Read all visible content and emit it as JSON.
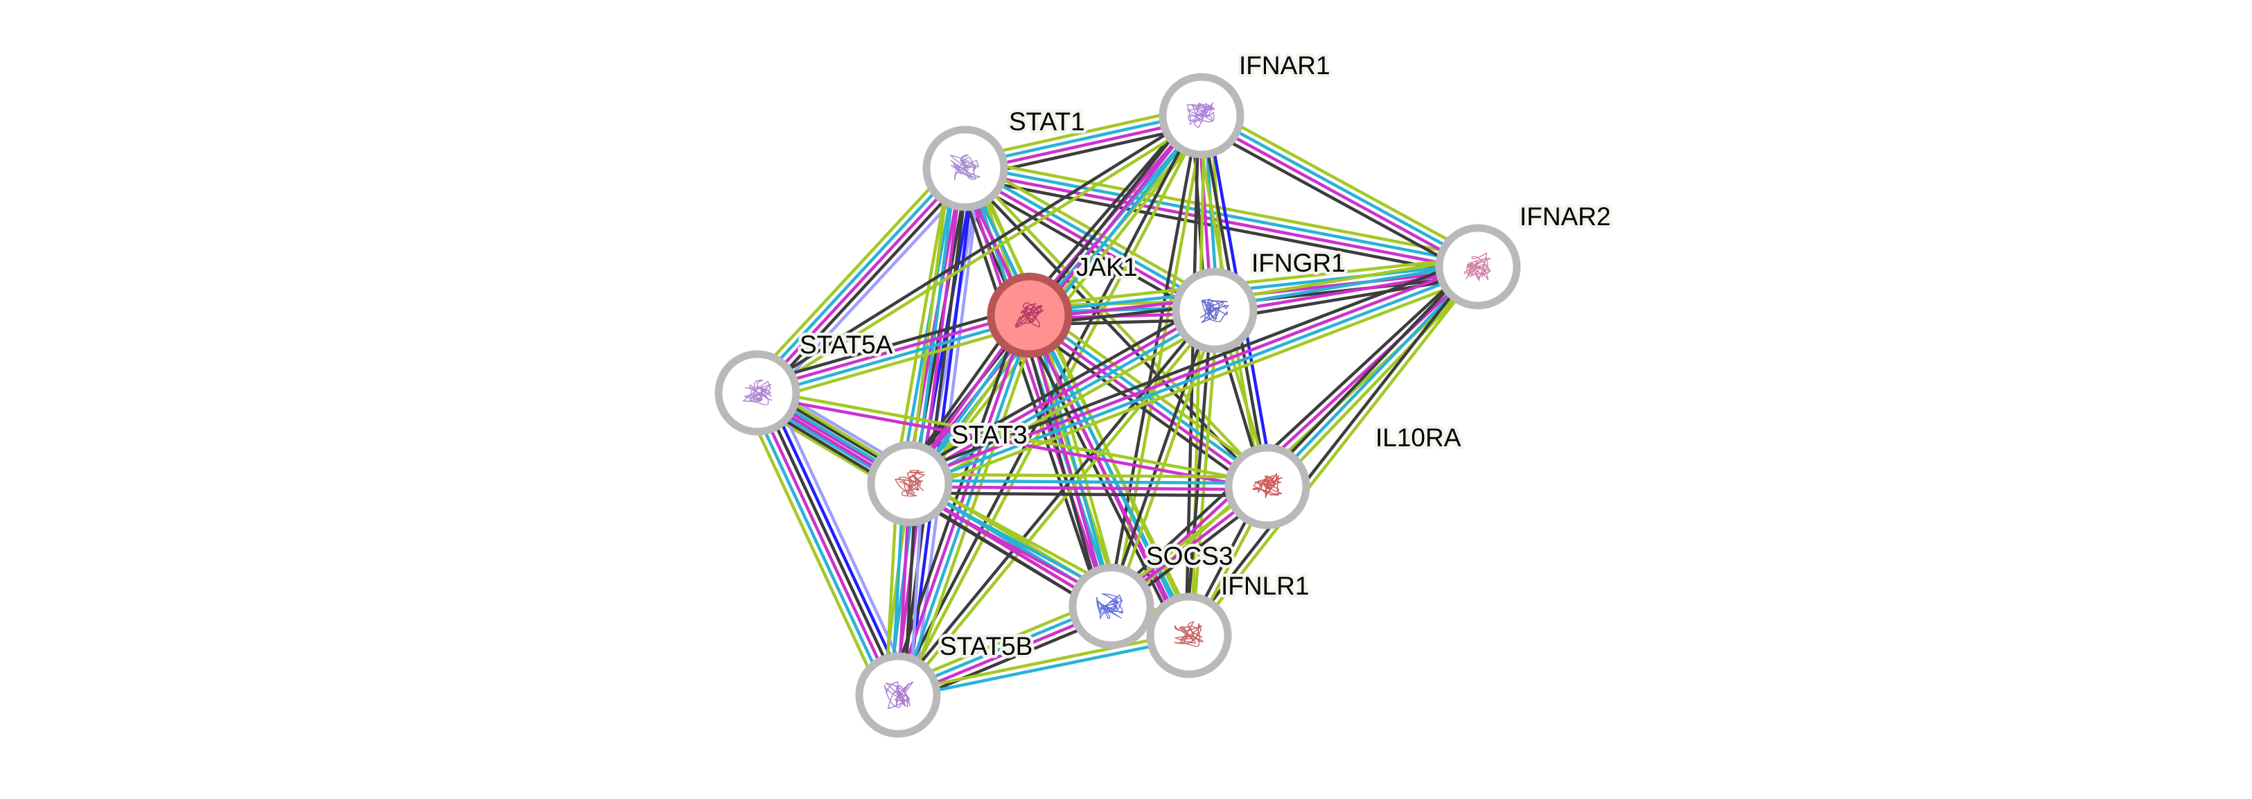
{
  "network": {
    "evidence_colors": {
      "database": "#2ab2d5",
      "experimental": "#cc33cc",
      "textmining": "#a3c926",
      "coexpression": "#3d3d3d",
      "fusion": "#1f1fff",
      "cooccurrence": "#9f9fff"
    },
    "query_node_fill": "#ff9191",
    "query_node_ring": "#b85656",
    "node_fill": "#ffffff",
    "node_ring": "#b9b9b9",
    "nodes": [
      {
        "id": "JAK1",
        "label": "JAK1",
        "query": true,
        "structure_color": "#a8285a"
      },
      {
        "id": "STAT1",
        "label": "STAT1",
        "query": false,
        "structure_color": "#9a78c8"
      },
      {
        "id": "IFNAR1",
        "label": "IFNAR1",
        "query": false,
        "structure_color": "#a06ad0"
      },
      {
        "id": "IFNAR2",
        "label": "IFNAR2",
        "query": false,
        "structure_color": "#c86a98"
      },
      {
        "id": "IFNGR1",
        "label": "IFNGR1",
        "query": false,
        "structure_color": "#4a52c8"
      },
      {
        "id": "STAT5A",
        "label": "STAT5A",
        "query": false,
        "structure_color": "#a070c8"
      },
      {
        "id": "STAT3",
        "label": "STAT3",
        "query": false,
        "structure_color": "#c04848"
      },
      {
        "id": "IL10RA",
        "label": "IL10RA",
        "query": false,
        "structure_color": "#c83c3c"
      },
      {
        "id": "SOCS3",
        "label": "SOCS3",
        "query": false,
        "structure_color": "#4a58d8"
      },
      {
        "id": "IFNLR1",
        "label": "IFNLR1",
        "query": false,
        "structure_color": "#c04848"
      },
      {
        "id": "STAT5B",
        "label": "STAT5B",
        "query": false,
        "structure_color": "#9a64c8"
      }
    ],
    "edges": [
      {
        "a": "STAT1",
        "b": "IFNAR1",
        "ev": [
          "textmining",
          "database",
          "experimental",
          "coexpression"
        ]
      },
      {
        "a": "STAT1",
        "b": "IFNAR2",
        "ev": [
          "textmining",
          "database",
          "experimental",
          "coexpression"
        ]
      },
      {
        "a": "STAT1",
        "b": "JAK1",
        "ev": [
          "textmining",
          "database",
          "experimental",
          "coexpression"
        ]
      },
      {
        "a": "STAT1",
        "b": "IFNGR1",
        "ev": [
          "textmining",
          "database",
          "experimental",
          "coexpression"
        ]
      },
      {
        "a": "STAT1",
        "b": "STAT5A",
        "ev": [
          "cooccurrence",
          "coexpression",
          "experimental",
          "database",
          "textmining"
        ]
      },
      {
        "a": "STAT1",
        "b": "STAT3",
        "ev": [
          "cooccurrence",
          "fusion",
          "coexpression",
          "experimental",
          "database",
          "textmining"
        ]
      },
      {
        "a": "STAT1",
        "b": "STAT5B",
        "ev": [
          "cooccurrence",
          "fusion",
          "coexpression",
          "experimental",
          "database",
          "textmining"
        ]
      },
      {
        "a": "STAT1",
        "b": "SOCS3",
        "ev": [
          "textmining",
          "database",
          "experimental",
          "coexpression"
        ]
      },
      {
        "a": "STAT1",
        "b": "IL10RA",
        "ev": [
          "textmining",
          "coexpression"
        ]
      },
      {
        "a": "STAT1",
        "b": "IFNLR1",
        "ev": [
          "textmining",
          "database",
          "experimental"
        ]
      },
      {
        "a": "IFNAR1",
        "b": "IFNAR2",
        "ev": [
          "textmining",
          "database",
          "experimental",
          "coexpression"
        ]
      },
      {
        "a": "IFNAR1",
        "b": "JAK1",
        "ev": [
          "textmining",
          "database",
          "experimental",
          "coexpression"
        ]
      },
      {
        "a": "IFNAR1",
        "b": "IFNGR1",
        "ev": [
          "textmining",
          "database",
          "experimental",
          "coexpression"
        ]
      },
      {
        "a": "IFNAR1",
        "b": "STAT5A",
        "ev": [
          "textmining",
          "coexpression"
        ]
      },
      {
        "a": "IFNAR1",
        "b": "STAT3",
        "ev": [
          "textmining",
          "database",
          "experimental",
          "coexpression"
        ]
      },
      {
        "a": "IFNAR1",
        "b": "IL10RA",
        "ev": [
          "fusion",
          "coexpression",
          "textmining"
        ]
      },
      {
        "a": "IFNAR1",
        "b": "SOCS3",
        "ev": [
          "textmining",
          "coexpression"
        ]
      },
      {
        "a": "IFNAR1",
        "b": "IFNLR1",
        "ev": [
          "textmining",
          "coexpression"
        ]
      },
      {
        "a": "IFNAR1",
        "b": "STAT5B",
        "ev": [
          "textmining",
          "coexpression"
        ]
      },
      {
        "a": "JAK1",
        "b": "IFNGR1",
        "ev": [
          "textmining",
          "database",
          "experimental",
          "coexpression"
        ]
      },
      {
        "a": "JAK1",
        "b": "IFNAR2",
        "ev": [
          "textmining",
          "database",
          "experimental",
          "coexpression"
        ]
      },
      {
        "a": "JAK1",
        "b": "STAT5A",
        "ev": [
          "textmining",
          "database",
          "experimental",
          "coexpression"
        ]
      },
      {
        "a": "JAK1",
        "b": "STAT3",
        "ev": [
          "textmining",
          "database",
          "experimental",
          "coexpression"
        ]
      },
      {
        "a": "JAK1",
        "b": "STAT5B",
        "ev": [
          "textmining",
          "database",
          "experimental",
          "coexpression"
        ]
      },
      {
        "a": "JAK1",
        "b": "SOCS3",
        "ev": [
          "textmining",
          "database",
          "experimental",
          "coexpression"
        ]
      },
      {
        "a": "JAK1",
        "b": "IL10RA",
        "ev": [
          "textmining",
          "database",
          "experimental",
          "coexpression"
        ]
      },
      {
        "a": "JAK1",
        "b": "IFNLR1",
        "ev": [
          "textmining",
          "database",
          "experimental",
          "coexpression"
        ]
      },
      {
        "a": "IFNGR1",
        "b": "IFNAR2",
        "ev": [
          "textmining",
          "database",
          "experimental",
          "coexpression"
        ]
      },
      {
        "a": "IFNGR1",
        "b": "STAT3",
        "ev": [
          "textmining",
          "database",
          "experimental",
          "coexpression"
        ]
      },
      {
        "a": "IFNGR1",
        "b": "STAT5B",
        "ev": [
          "textmining",
          "coexpression"
        ]
      },
      {
        "a": "IFNGR1",
        "b": "SOCS3",
        "ev": [
          "textmining",
          "coexpression"
        ]
      },
      {
        "a": "IFNGR1",
        "b": "IL10RA",
        "ev": [
          "textmining",
          "coexpression"
        ]
      },
      {
        "a": "IFNGR1",
        "b": "IFNLR1",
        "ev": [
          "textmining",
          "coexpression"
        ]
      },
      {
        "a": "IFNAR2",
        "b": "STAT3",
        "ev": [
          "textmining",
          "database",
          "experimental",
          "coexpression"
        ]
      },
      {
        "a": "IFNAR2",
        "b": "SOCS3",
        "ev": [
          "textmining",
          "experimental",
          "coexpression"
        ]
      },
      {
        "a": "IFNAR2",
        "b": "IL10RA",
        "ev": [
          "textmining",
          "database",
          "coexpression"
        ]
      },
      {
        "a": "IFNAR2",
        "b": "IFNLR1",
        "ev": [
          "textmining",
          "coexpression"
        ]
      },
      {
        "a": "STAT5A",
        "b": "STAT3",
        "ev": [
          "cooccurrence",
          "coexpression",
          "experimental",
          "database",
          "textmining"
        ]
      },
      {
        "a": "STAT5A",
        "b": "STAT5B",
        "ev": [
          "cooccurrence",
          "fusion",
          "coexpression",
          "experimental",
          "database",
          "textmining"
        ]
      },
      {
        "a": "STAT5A",
        "b": "SOCS3",
        "ev": [
          "textmining",
          "database",
          "experimental",
          "coexpression"
        ]
      },
      {
        "a": "STAT5A",
        "b": "IL10RA",
        "ev": [
          "textmining",
          "experimental"
        ]
      },
      {
        "a": "STAT3",
        "b": "STAT5B",
        "ev": [
          "cooccurrence",
          "coexpression",
          "experimental",
          "database",
          "textmining"
        ]
      },
      {
        "a": "STAT3",
        "b": "SOCS3",
        "ev": [
          "textmining",
          "database",
          "experimental",
          "coexpression"
        ]
      },
      {
        "a": "STAT3",
        "b": "IL10RA",
        "ev": [
          "textmining",
          "database",
          "experimental",
          "coexpression"
        ]
      },
      {
        "a": "STAT3",
        "b": "IFNLR1",
        "ev": [
          "textmining",
          "database",
          "experimental"
        ]
      },
      {
        "a": "STAT5B",
        "b": "SOCS3",
        "ev": [
          "textmining",
          "database",
          "experimental",
          "coexpression"
        ]
      },
      {
        "a": "STAT5B",
        "b": "IFNLR1",
        "ev": [
          "textmining",
          "database"
        ]
      },
      {
        "a": "SOCS3",
        "b": "IL10RA",
        "ev": [
          "textmining",
          "experimental",
          "coexpression"
        ]
      },
      {
        "a": "IL10RA",
        "b": "IFNLR1",
        "ev": [
          "textmining",
          "coexpression"
        ]
      }
    ]
  }
}
